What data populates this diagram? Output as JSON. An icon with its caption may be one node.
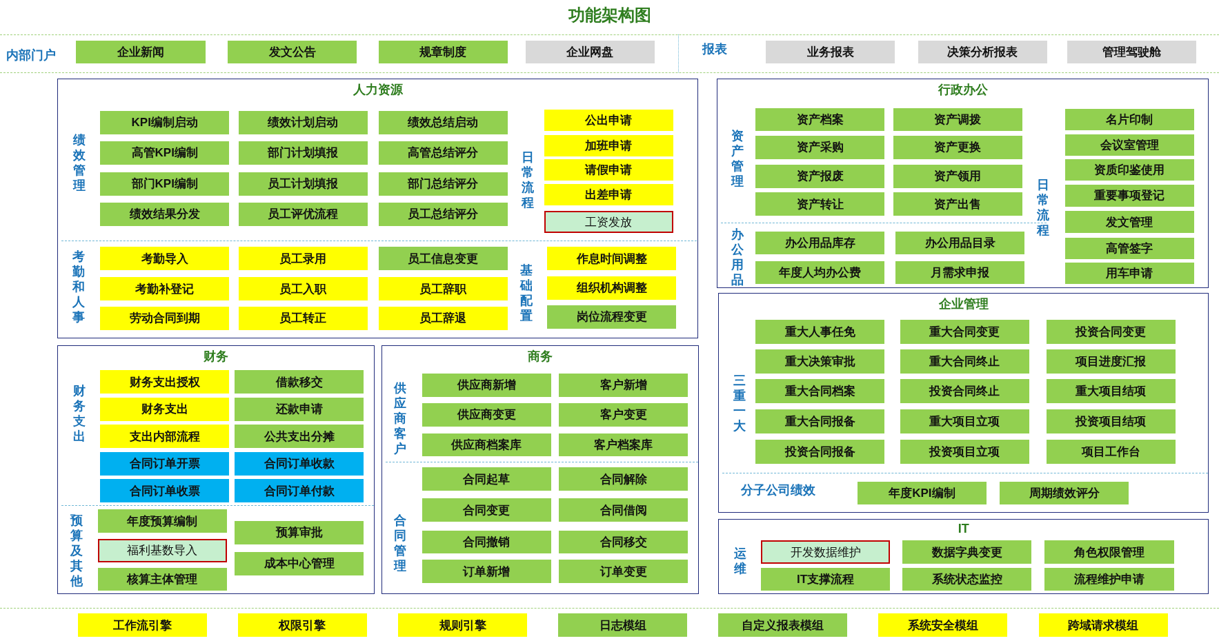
{
  "diagram": {
    "title": "功能架构图",
    "nodes": [
      {
        "text": [
          "企业新闻"
        ]
      },
      {
        "text": [
          "发文公告"
        ]
      },
      {
        "text": [
          "规章制度"
        ]
      },
      {
        "text": [
          "企业网盘"
        ]
      },
      {
        "text": [
          "业务报表"
        ]
      },
      {
        "text": [
          "决策分析报表"
        ]
      },
      {
        "text": [
          "管理驾驶舱"
        ]
      },
      {
        "text": [
          "人力资源"
        ]
      },
      {
        "text": [
          "KPI编制启动"
        ],
        "in": 7
      },
      {
        "text": [
          "绩效计划启动"
        ],
        "in": 7
      },
      {
        "text": [
          "绩效总结启动"
        ],
        "in": 7
      },
      {
        "text": [
          "高管KPI编制"
        ],
        "in": 7
      },
      {
        "text": [
          "部门计划填报"
        ],
        "in": 7
      },
      {
        "text": [
          "高管总结评分"
        ],
        "in": 7
      },
      {
        "text": [
          "部门KPI编制"
        ],
        "in": 7
      },
      {
        "text": [
          "员工计划填报"
        ],
        "in": 7
      },
      {
        "text": [
          "部门总结评分"
        ],
        "in": 7
      },
      {
        "text": [
          "绩效结果分发"
        ],
        "in": 7
      },
      {
        "text": [
          "员工评优流程"
        ],
        "in": 7
      },
      {
        "text": [
          "员工总结评分"
        ],
        "in": 7
      },
      {
        "text": [
          "公出申请"
        ],
        "in": 7
      },
      {
        "text": [
          "加班申请"
        ],
        "in": 7
      },
      {
        "text": [
          "请假申请"
        ],
        "in": 7
      },
      {
        "text": [
          "出差申请"
        ],
        "in": 7
      },
      {
        "text": [
          "工资发放"
        ],
        "in": 7
      },
      {
        "text": [
          "考勤导入"
        ],
        "in": 7
      },
      {
        "text": [
          "员工录用"
        ],
        "in": 7
      },
      {
        "text": [
          "员工信息变更"
        ],
        "in": 7
      },
      {
        "text": [
          "考勤补登记"
        ],
        "in": 7
      },
      {
        "text": [
          "员工入职"
        ],
        "in": 7
      },
      {
        "text": [
          "员工辞职"
        ],
        "in": 7
      },
      {
        "text": [
          "劳动合同到期"
        ],
        "in": 7
      },
      {
        "text": [
          "员工转正"
        ],
        "in": 7
      },
      {
        "text": [
          "员工辞退"
        ],
        "in": 7
      },
      {
        "text": [
          "作息时间调整"
        ],
        "in": 7
      },
      {
        "text": [
          "组织机构调整"
        ],
        "in": 7
      },
      {
        "text": [
          "岗位流程变更"
        ],
        "in": 7
      },
      {
        "text": [
          "行政办公"
        ]
      },
      {
        "text": [
          "资产档案"
        ],
        "in": 37
      },
      {
        "text": [
          "资产调拨"
        ],
        "in": 37
      },
      {
        "text": [
          "资产采购"
        ],
        "in": 37
      },
      {
        "text": [
          "资产更换"
        ],
        "in": 37
      },
      {
        "text": [
          "资产报废"
        ],
        "in": 37
      },
      {
        "text": [
          "资产领用"
        ],
        "in": 37
      },
      {
        "text": [
          "资产转让"
        ],
        "in": 37
      },
      {
        "text": [
          "资产出售"
        ],
        "in": 37
      },
      {
        "text": [
          "办公用品库存"
        ],
        "in": 37
      },
      {
        "text": [
          "办公用品目录"
        ],
        "in": 37
      },
      {
        "text": [
          "年度人均办公费"
        ],
        "in": 37
      },
      {
        "text": [
          "月需求申报"
        ],
        "in": 37
      },
      {
        "text": [
          "名片印制"
        ],
        "in": 37
      },
      {
        "text": [
          "会议室管理"
        ],
        "in": 37
      },
      {
        "text": [
          "资质印鉴使用"
        ],
        "in": 37
      },
      {
        "text": [
          "重要事项登记"
        ],
        "in": 37
      },
      {
        "text": [
          "发文管理"
        ],
        "in": 37
      },
      {
        "text": [
          "高管签字"
        ],
        "in": 37
      },
      {
        "text": [
          "用车申请"
        ],
        "in": 37
      },
      {
        "text": [
          "财务"
        ]
      },
      {
        "text": [
          "财务支出授权"
        ],
        "in": 57
      },
      {
        "text": [
          "借款移交"
        ],
        "in": 57
      },
      {
        "text": [
          "财务支出"
        ],
        "in": 57
      },
      {
        "text": [
          "还款申请"
        ],
        "in": 57
      },
      {
        "text": [
          "支出内部流程"
        ],
        "in": 57
      },
      {
        "text": [
          "公共支出分摊"
        ],
        "in": 57
      },
      {
        "text": [
          "合同订单开票"
        ],
        "in": 57
      },
      {
        "text": [
          "合同订单收款"
        ],
        "in": 57
      },
      {
        "text": [
          "合同订单收票"
        ],
        "in": 57
      },
      {
        "text": [
          "合同订单付款"
        ],
        "in": 57
      },
      {
        "text": [
          "年度预算编制"
        ],
        "in": 57
      },
      {
        "text": [
          "预算审批"
        ],
        "in": 57
      },
      {
        "text": [
          "福利基数导入"
        ],
        "in": 57
      },
      {
        "text": [
          "成本中心管理"
        ],
        "in": 57
      },
      {
        "text": [
          "核算主体管理"
        ],
        "in": 57
      },
      {
        "text": [
          "商务"
        ]
      },
      {
        "text": [
          "供应商新增"
        ],
        "in": 73
      },
      {
        "text": [
          "客户新增"
        ],
        "in": 73
      },
      {
        "text": [
          "供应商变更"
        ],
        "in": 73
      },
      {
        "text": [
          "客户变更"
        ],
        "in": 73
      },
      {
        "text": [
          "供应商档案库"
        ],
        "in": 73
      },
      {
        "text": [
          "客户档案库"
        ],
        "in": 73
      },
      {
        "text": [
          "合同起草"
        ],
        "in": 73
      },
      {
        "text": [
          "合同解除"
        ],
        "in": 73
      },
      {
        "text": [
          "合同变更"
        ],
        "in": 73
      },
      {
        "text": [
          "合同借阅"
        ],
        "in": 73
      },
      {
        "text": [
          "合同撤销"
        ],
        "in": 73
      },
      {
        "text": [
          "合同移交"
        ],
        "in": 73
      },
      {
        "text": [
          "订单新增"
        ],
        "in": 73
      },
      {
        "text": [
          "订单变更"
        ],
        "in": 73
      },
      {
        "text": [
          "企业管理"
        ]
      },
      {
        "text": [
          "重大人事任免"
        ],
        "in": 88
      },
      {
        "text": [
          "重大合同变更"
        ],
        "in": 88
      },
      {
        "text": [
          "投资合同变更"
        ],
        "in": 88
      },
      {
        "text": [
          "重大决策审批"
        ],
        "in": 88
      },
      {
        "text": [
          "重大合同终止"
        ],
        "in": 88
      },
      {
        "text": [
          "项目进度汇报"
        ],
        "in": 88
      },
      {
        "text": [
          "重大合同档案"
        ],
        "in": 88
      },
      {
        "text": [
          "投资合同终止"
        ],
        "in": 88
      },
      {
        "text": [
          "重大项目结项"
        ],
        "in": 88
      },
      {
        "text": [
          "重大合同报备"
        ],
        "in": 88
      },
      {
        "text": [
          "重大项目立项"
        ],
        "in": 88
      },
      {
        "text": [
          "投资项目结项"
        ],
        "in": 88
      },
      {
        "text": [
          "投资合同报备"
        ],
        "in": 88
      },
      {
        "text": [
          "投资项目立项"
        ],
        "in": 88
      },
      {
        "text": [
          "项目工作台"
        ],
        "in": 88
      },
      {
        "text": [
          "年度KPI编制"
        ],
        "in": 88
      },
      {
        "text": [
          "周期绩效评分"
        ],
        "in": 88
      },
      {
        "text": [
          "IT"
        ]
      },
      {
        "text": [
          "开发数据维护"
        ],
        "in": 106
      },
      {
        "text": [
          "数据字典变更"
        ],
        "in": 106
      },
      {
        "text": [
          "角色权限管理"
        ],
        "in": 106
      },
      {
        "text": [
          "IT支撑流程"
        ],
        "in": 106
      },
      {
        "text": [
          "系统状态监控"
        ],
        "in": 106
      },
      {
        "text": [
          "流程维护申请"
        ],
        "in": 106
      },
      {
        "text": [
          "工作流引擎"
        ]
      },
      {
        "text": [
          "权限引擎"
        ]
      },
      {
        "text": [
          "规则引擎"
        ]
      },
      {
        "text": [
          "日志模组"
        ]
      },
      {
        "text": [
          "自定义报表模组"
        ]
      },
      {
        "text": [
          "系统安全模组"
        ]
      },
      {
        "text": [
          "跨域请求模组"
        ]
      }
    ],
    "labels": [
      "内部门户",
      "报表",
      "绩效管理",
      "日常流程",
      "考勤和人事",
      "基础配置",
      "资产管理",
      "办公用品",
      "日常流程",
      "财务支出",
      "预算及其他",
      "供应商客户",
      "合同管理",
      "三重一大",
      "分子公司绩效",
      "运维"
    ]
  }
}
